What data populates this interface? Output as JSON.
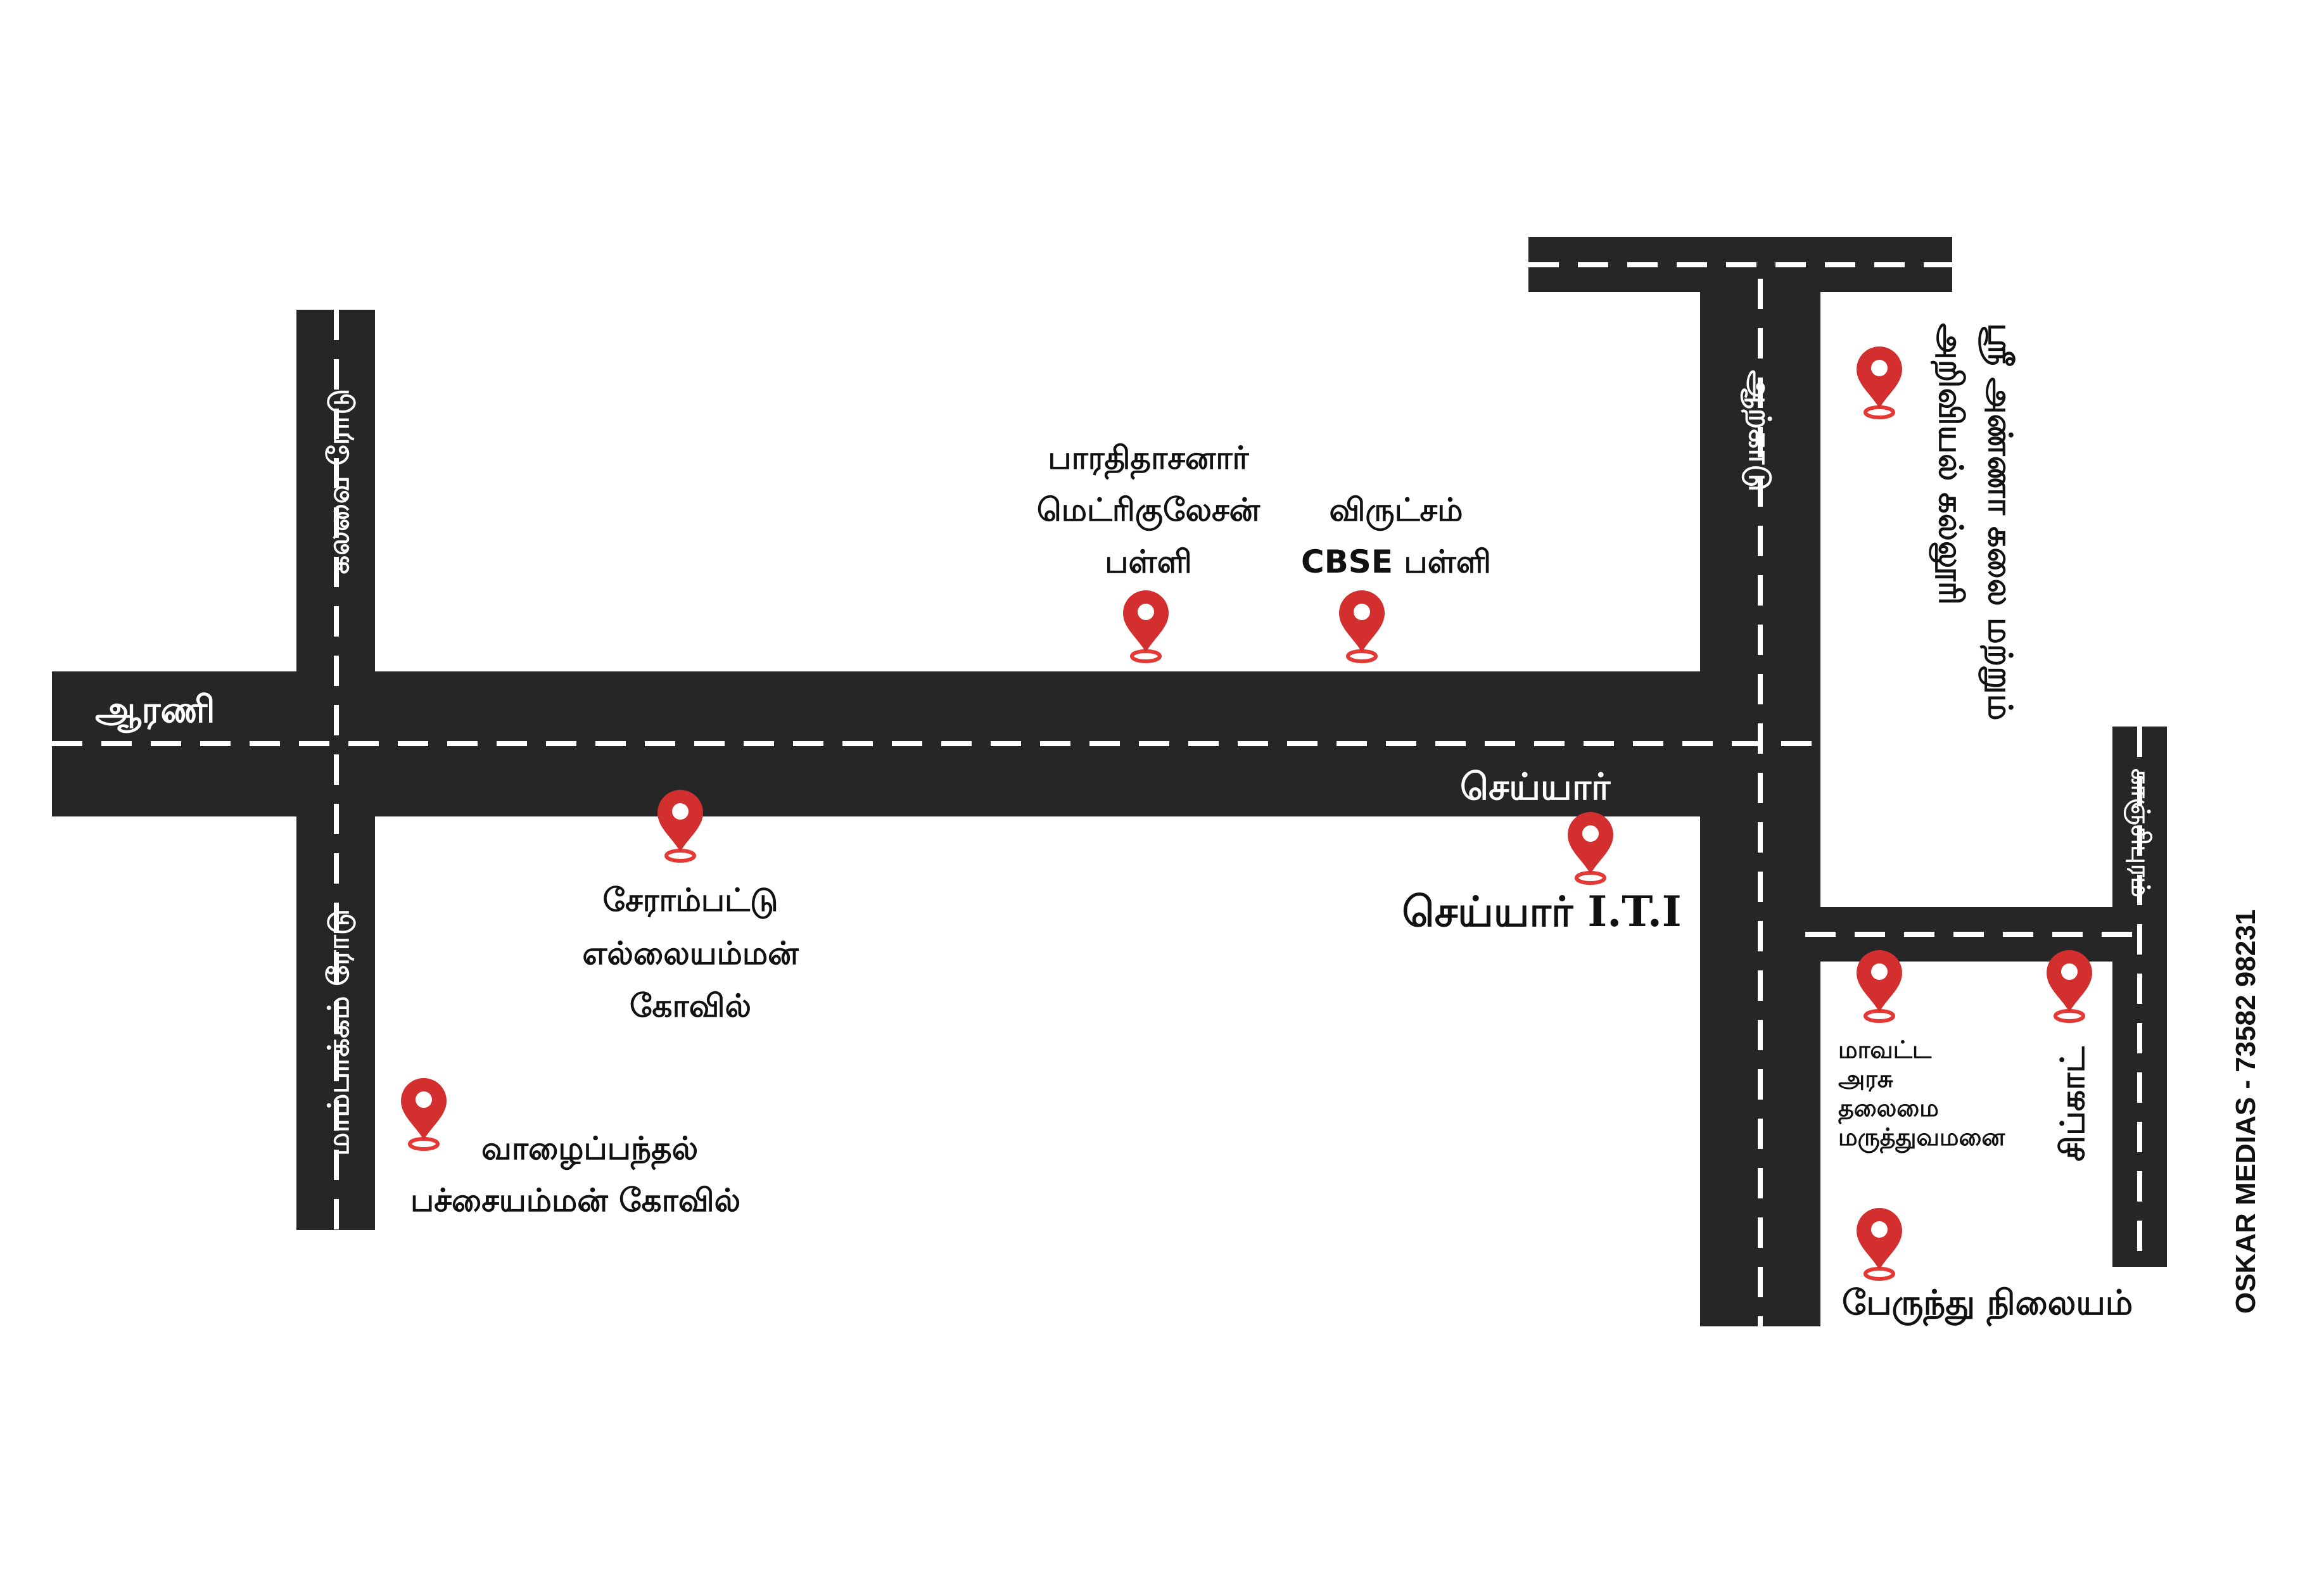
{
  "roads": {
    "arani": "ஆரணி",
    "cheyyar": "செய்யார்",
    "kalavai_road": "கலவை ரோடு",
    "mambakkam_road": "மாம்பாக்கம் ரோடு",
    "arcot": "ஆற்காடு",
    "kanchipuram": "காஞ்சிபுரம்"
  },
  "landmarks": {
    "bharathidasanar": [
      "பாரதிதாசனார்",
      "மெட்ரிகுலேசன்",
      "பள்ளி"
    ],
    "virutcham": [
      "விருட்சம்",
      "CBSE பள்ளி"
    ],
    "serampattu": [
      "சேராம்பட்டு",
      "எல்லையம்மன்",
      "கோவில்"
    ],
    "iti": "செய்யார் I.T.I",
    "vazhaipandhal": [
      "வாழைப்பந்தல்",
      "பச்சையம்மன் கோவில்"
    ],
    "anna_college": [
      "ஸ்ரீ அண்ணா கலை மற்றும்",
      "அறிவியல் கல்லூரி"
    ],
    "hospital": [
      "மாவட்ட",
      "அரசு",
      "தலைமை",
      "மருத்துவமனை"
    ],
    "sipcot": "சிப்காட்",
    "bus_stand": "பேருந்து நிலையம்"
  },
  "watermark": "OSKAR MEDIAS - 73582 98231",
  "colors": {
    "road": "#262626",
    "pin": "#d32f2f",
    "marking": "#ffffff"
  },
  "icons": {
    "marker": "map-pin-icon"
  }
}
